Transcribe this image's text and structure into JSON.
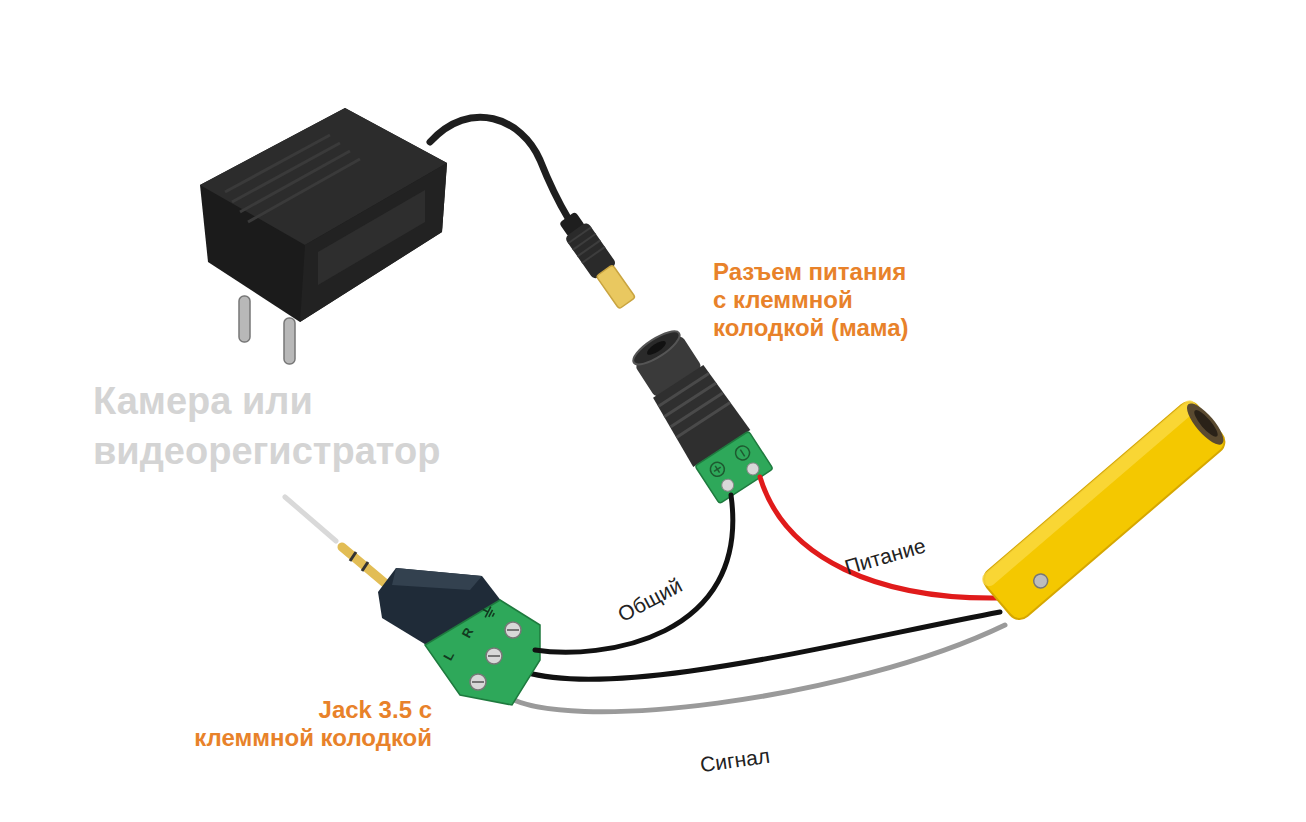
{
  "diagram": {
    "nodes": [
      {
        "text": [
          "Разъем питания с клеммной колодкой (мама)"
        ]
      },
      {
        "text": [
          "Jack 3.5 с клеммной колодкой"
        ]
      }
    ],
    "edges": [
      {
        "from": 0,
        "to": 1,
        "arrow": "none",
        "label": "Общий"
      }
    ],
    "labels": [
      "Камера или видеорегистратор",
      "Питание",
      "Сигнал",
      "L",
      "R"
    ]
  }
}
